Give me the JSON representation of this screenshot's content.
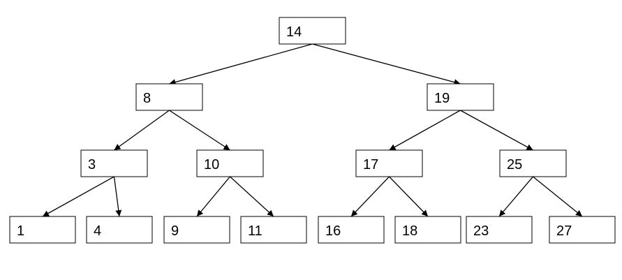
{
  "tree": {
    "root": "14",
    "nodes": [
      {
        "id": "n14",
        "label": "14"
      },
      {
        "id": "n8",
        "label": "8"
      },
      {
        "id": "n19",
        "label": "19"
      },
      {
        "id": "n3",
        "label": "3"
      },
      {
        "id": "n10",
        "label": "10"
      },
      {
        "id": "n17",
        "label": "17"
      },
      {
        "id": "n25",
        "label": "25"
      },
      {
        "id": "n1",
        "label": "1"
      },
      {
        "id": "n4",
        "label": "4"
      },
      {
        "id": "n9",
        "label": "9"
      },
      {
        "id": "n11",
        "label": "11"
      },
      {
        "id": "n16",
        "label": "16"
      },
      {
        "id": "n18",
        "label": "18"
      },
      {
        "id": "n23",
        "label": "23"
      },
      {
        "id": "n27",
        "label": "27"
      }
    ],
    "edges": [
      [
        "n14",
        "n8"
      ],
      [
        "n14",
        "n19"
      ],
      [
        "n8",
        "n3"
      ],
      [
        "n8",
        "n10"
      ],
      [
        "n19",
        "n17"
      ],
      [
        "n19",
        "n25"
      ],
      [
        "n3",
        "n1"
      ],
      [
        "n3",
        "n4"
      ],
      [
        "n10",
        "n9"
      ],
      [
        "n10",
        "n11"
      ],
      [
        "n17",
        "n16"
      ],
      [
        "n17",
        "n18"
      ],
      [
        "n25",
        "n23"
      ],
      [
        "n25",
        "n27"
      ]
    ]
  },
  "colors": {
    "stroke": "#000000",
    "background": "#ffffff"
  }
}
